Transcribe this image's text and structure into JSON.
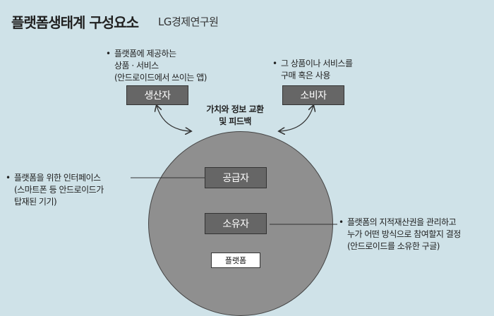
{
  "title": "플랫폼생태계 구성요소",
  "source": "LG경제연구원",
  "nodes": {
    "producer": "생산자",
    "consumer": "소비자",
    "supplier": "공급자",
    "owner": "소유자",
    "platform": "플랫폼"
  },
  "center_label": {
    "line1": "가치와 정보 교환",
    "line2": "및 피드백"
  },
  "bullet": "•",
  "notes": {
    "producer": [
      "플랫폼에 제공하는",
      "상품 · 서비스",
      "(안드로이드에서 쓰이는 앱)"
    ],
    "consumer": [
      "그 상품이나 서비스를",
      "구매 혹은 사용"
    ],
    "supplier": [
      "플랫폼을 위한 인터페이스",
      "(스마트폰 등 안드로이드가",
      "탑재된 기기)"
    ],
    "owner": [
      "플랫폼의 지적재산권을 관리하고",
      "누가 어떤 방식으로 참여할지 결정",
      "(안드로이드를 소유한 구글)"
    ]
  }
}
